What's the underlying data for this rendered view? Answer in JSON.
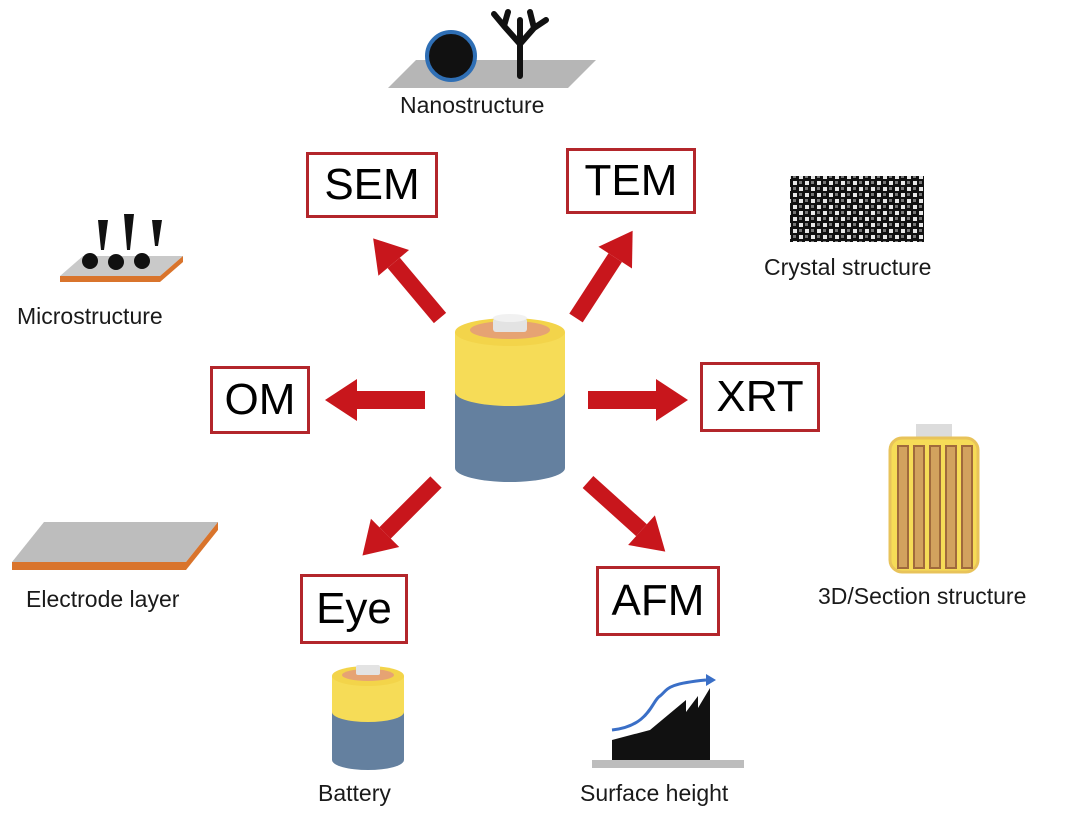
{
  "techniques": {
    "sem": "SEM",
    "tem": "TEM",
    "om": "OM",
    "xrt": "XRT",
    "eye": "Eye",
    "afm": "AFM"
  },
  "features": {
    "nanostructure": "Nanostructure",
    "microstructure": "Microstructure",
    "crystal": "Crystal structure",
    "electrode": "Electrode layer",
    "section3d": "3D/Section structure",
    "battery": "Battery",
    "surface": "Surface height"
  },
  "colors": {
    "box_border": "#b3262b",
    "arrow": "#c8161c",
    "battery_yellow": "#f6dc57",
    "battery_blue": "#64809f",
    "electrode_orange": "#d9742c",
    "substrate_gray": "#b6b6b6"
  },
  "icons": [
    "battery-icon",
    "arrow-icon",
    "nanostructure-icon",
    "microstructure-icon",
    "crystal-icon",
    "electrode-layer-icon",
    "section-structure-icon",
    "surface-height-icon"
  ]
}
